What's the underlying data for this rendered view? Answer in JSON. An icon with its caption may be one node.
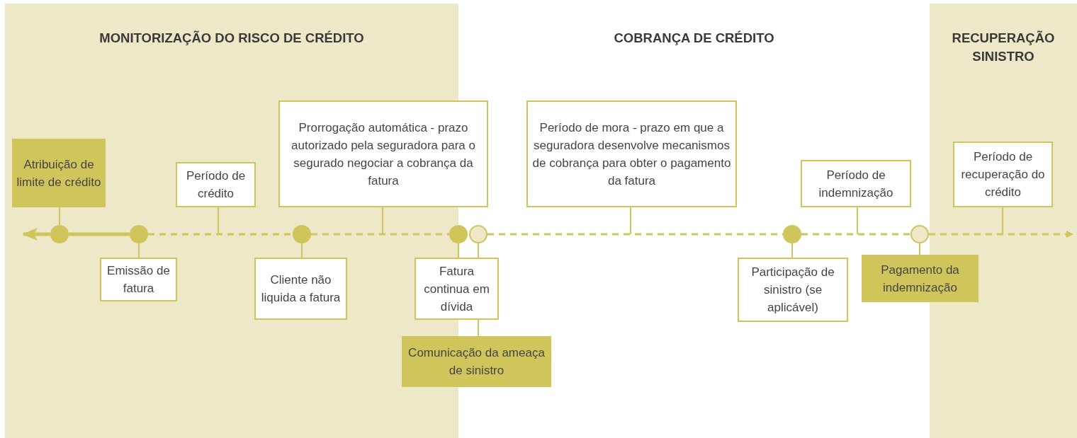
{
  "diagram": {
    "nodes": [
      {
        "text": [
          "MONITORIZAÇÃO DO RISCO DE CRÉDITO"
        ]
      },
      {
        "text": [
          "COBRANÇA DE CRÉDITO"
        ]
      },
      {
        "text": [
          "RECUPERAÇÃO SINISTRO"
        ]
      },
      {
        "text": [
          "Prorrogação automática - prazo autorizado pela seguradora para o segurado negociar a cobrança da fatura"
        ]
      },
      {
        "text": [
          "Período de mora - prazo em que a seguradora desenvolve mecanismos de cobrança para obter o pagamento da fatura"
        ],
        "in": 1
      },
      {
        "text": [
          "Atribuição de limite de crédito"
        ],
        "in": 0
      },
      {
        "text": [
          "Período de recuperação do crédito"
        ],
        "in": 2
      },
      {
        "text": [
          "Período de crédito"
        ],
        "in": 0
      },
      {
        "text": [
          "Período de indemnização"
        ],
        "in": 1
      },
      {
        "text": [],
        "shape": "circle",
        "in": 0
      },
      {
        "text": [],
        "shape": "circle",
        "in": 0
      },
      {
        "text": [],
        "shape": "circle",
        "in": 0
      },
      {
        "text": [],
        "shape": "circle"
      },
      {
        "text": [],
        "shape": "circle",
        "in": 1
      },
      {
        "text": [],
        "shape": "circle",
        "in": 1
      },
      {
        "text": [],
        "shape": "circle",
        "in": 1
      },
      {
        "text": [
          "Emissão de fatura"
        ],
        "in": 0
      },
      {
        "text": [
          "Cliente não liquida a fatura"
        ],
        "in": 0
      },
      {
        "text": [
          "Fatura continua em dívida"
        ]
      },
      {
        "text": [
          "Participação de sinistro (se aplicável)"
        ],
        "in": 1
      },
      {
        "text": [
          "Pagamento da indemnização"
        ]
      },
      {
        "text": [
          "Comunicação da ameaça de sinistro"
        ]
      }
    ],
    "edges": [
      {
        "from": 5,
        "to": 9,
        "arrow": "none"
      },
      {
        "from": 7,
        "to": null,
        "arrow": "none"
      },
      {
        "from": 3,
        "to": null,
        "arrow": "none"
      },
      {
        "from": 4,
        "to": null,
        "arrow": "none"
      },
      {
        "from": 8,
        "to": null,
        "arrow": "none"
      },
      {
        "from": 6,
        "to": null,
        "arrow": "none"
      },
      {
        "from": 16,
        "to": 10,
        "arrow": "none"
      },
      {
        "from": 17,
        "to": 11,
        "arrow": "none"
      },
      {
        "from": 18,
        "to": 12,
        "arrow": "none"
      },
      {
        "from": 18,
        "to": 13,
        "arrow": "none"
      },
      {
        "from": 18,
        "to": 21,
        "arrow": "none"
      },
      {
        "from": 19,
        "to": 14,
        "arrow": "none"
      },
      {
        "from": 20,
        "to": 15,
        "arrow": "none"
      },
      {
        "from": 9,
        "to": 0,
        "arrow": "to",
        "style": "thick"
      },
      {
        "from": 9,
        "to": 10,
        "arrow": "none",
        "style": "thick"
      },
      {
        "from": 10,
        "to": 11,
        "arrow": "none",
        "style": "dashed"
      },
      {
        "from": 11,
        "to": 12,
        "arrow": "none",
        "style": "dashed"
      },
      {
        "from": 13,
        "to": 14,
        "arrow": "none",
        "style": "dashed"
      },
      {
        "from": 14,
        "to": 15,
        "arrow": "none",
        "style": "dashed"
      },
      {
        "from": 15,
        "to": 2,
        "arrow": "to",
        "style": "dashed"
      }
    ]
  }
}
